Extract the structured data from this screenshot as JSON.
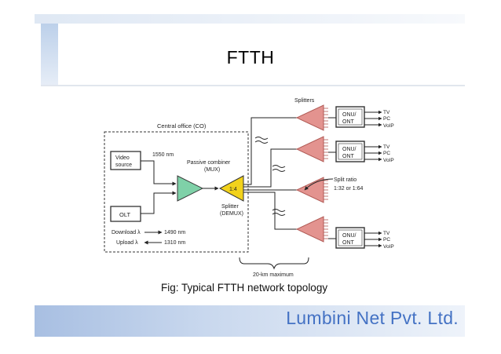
{
  "slide": {
    "title": "FTTH",
    "caption": "Fig: Typical FTTH network topology",
    "footer": "Lumbini Net Pvt. Ltd."
  },
  "diagram": {
    "central_office_label": "Central office (CO)",
    "video_source_line1": "Video",
    "video_source_line2": "source",
    "olt_label": "OLT",
    "wavelength_video": "1550 nm",
    "mux_line1": "Passive combiner",
    "mux_line2": "(MUX)",
    "splitter_ratio": "1:4",
    "demux_line1": "Splitter",
    "demux_line2": "(DEMUX)",
    "download_label": "Download λ",
    "download_value": "1490 nm",
    "upload_label": "Upload λ",
    "upload_value": "1310 nm",
    "splitters_label": "Splitters",
    "split_ratio_line1": "Split ratio",
    "split_ratio_line2": "1:32 or 1:64",
    "distance_label": "20-km maximum",
    "onu_line1": "ONU/",
    "onu_line2": "ONT",
    "service_tv": "TV",
    "service_pc": "PC",
    "service_voip": "VoIP"
  },
  "colors": {
    "accent_blue": "#4472c4",
    "mux_green": "#7fd1a8",
    "splitter_yellow": "#f2d21b",
    "splitter_red": "#e3938f"
  }
}
